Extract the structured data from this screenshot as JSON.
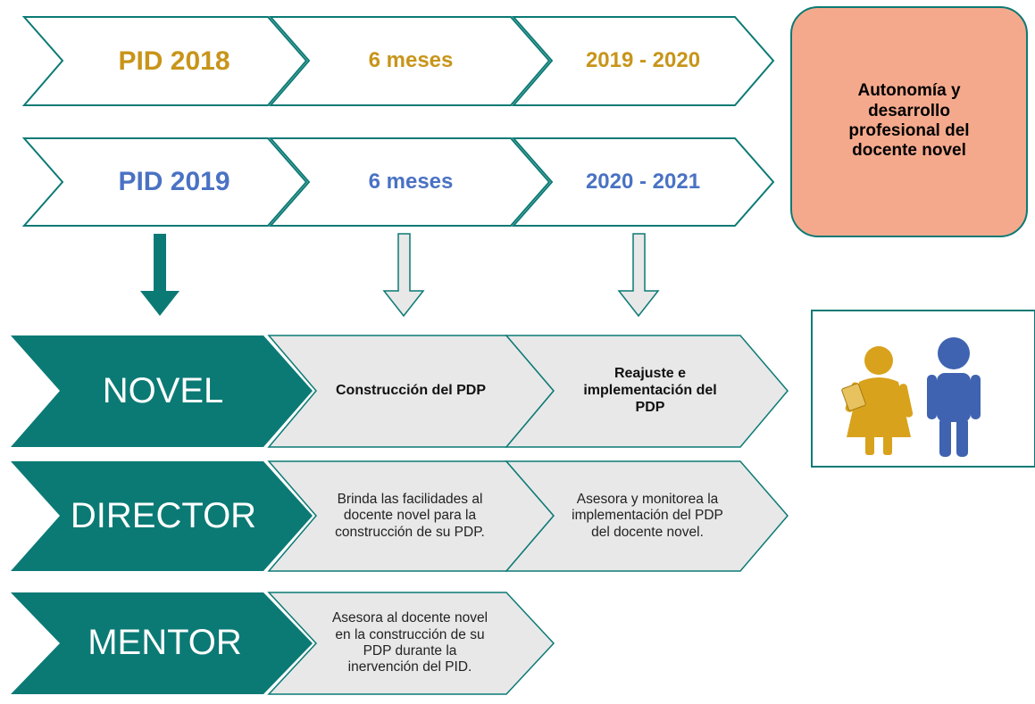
{
  "rows": {
    "pid_2018": {
      "label": "PID 2018",
      "duration": "6 meses",
      "period": "2019 - 2020"
    },
    "pid_2019": {
      "label": "PID 2019",
      "duration": "6 meses",
      "period": "2020 - 2021"
    }
  },
  "outcome_box": {
    "text": "Autonomía y desarrollo profesional del docente novel"
  },
  "roles": {
    "novel": {
      "label": "NOVEL",
      "stage1": "Construcción del PDP",
      "stage2": "Reajuste e implementación del PDP"
    },
    "director": {
      "label": "DIRECTOR",
      "stage1": "Brinda las facilidades al docente novel para la construcción de su PDP.",
      "stage2": "Asesora y monitorea la implementación del PDP del docente novel."
    },
    "mentor": {
      "label": "MENTOR",
      "stage1": "Asesora al docente novel en la construcción de su PDP durante la inervención del PID."
    }
  },
  "icons": [
    "teacher-female-icon",
    "person-male-icon"
  ],
  "colors": {
    "teal": "#0b7a75",
    "gold": "#c8951a",
    "blue": "#4a72c4",
    "chevron_fill": "#e8e8e8",
    "outcome_fill": "#f4a88a",
    "outline": "#0b7a75"
  }
}
